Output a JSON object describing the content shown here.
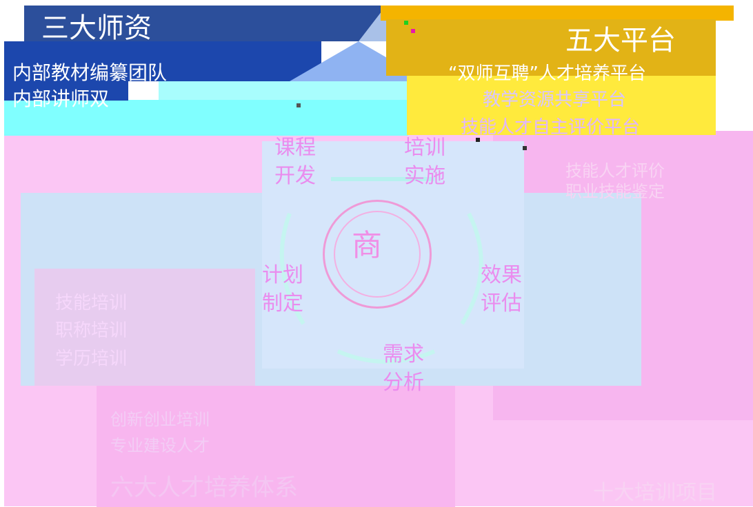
{
  "header": {
    "left_title": "三大师资",
    "right_title": "五大平台"
  },
  "left_panel_top": {
    "line1": "内部教材编纂团队",
    "line2": "内部讲师双"
  },
  "right_panel_top": {
    "line1": "“双师互聘”人才培养平台",
    "line2": "教学资源共享平台",
    "line3": "技能人才自主评价平台"
  },
  "cycle": {
    "course_dev": "课程\n开发",
    "training_impl": "培训\n实施",
    "plan": "计划\n制定",
    "evaluation": "效果\n评估",
    "needs": "需求\n分析"
  },
  "emblem": {
    "glyph": "商"
  },
  "left_list": {
    "items": [
      "技能培训",
      "职称培训",
      "学历培训"
    ]
  },
  "bottom_list": {
    "items": [
      "创新创业培训",
      "专业建设人才"
    ],
    "title": "六大人才培养体系"
  },
  "right_faint": {
    "line1": "技能人才评价",
    "line2": "职业技能鉴定",
    "line3": "十大培训项目"
  },
  "colors": {
    "blue_header": "#2c4f9b",
    "gold_header": "#f4b400",
    "pink_bg": "#fbc6f4",
    "cyan_band": "#80ffff"
  }
}
